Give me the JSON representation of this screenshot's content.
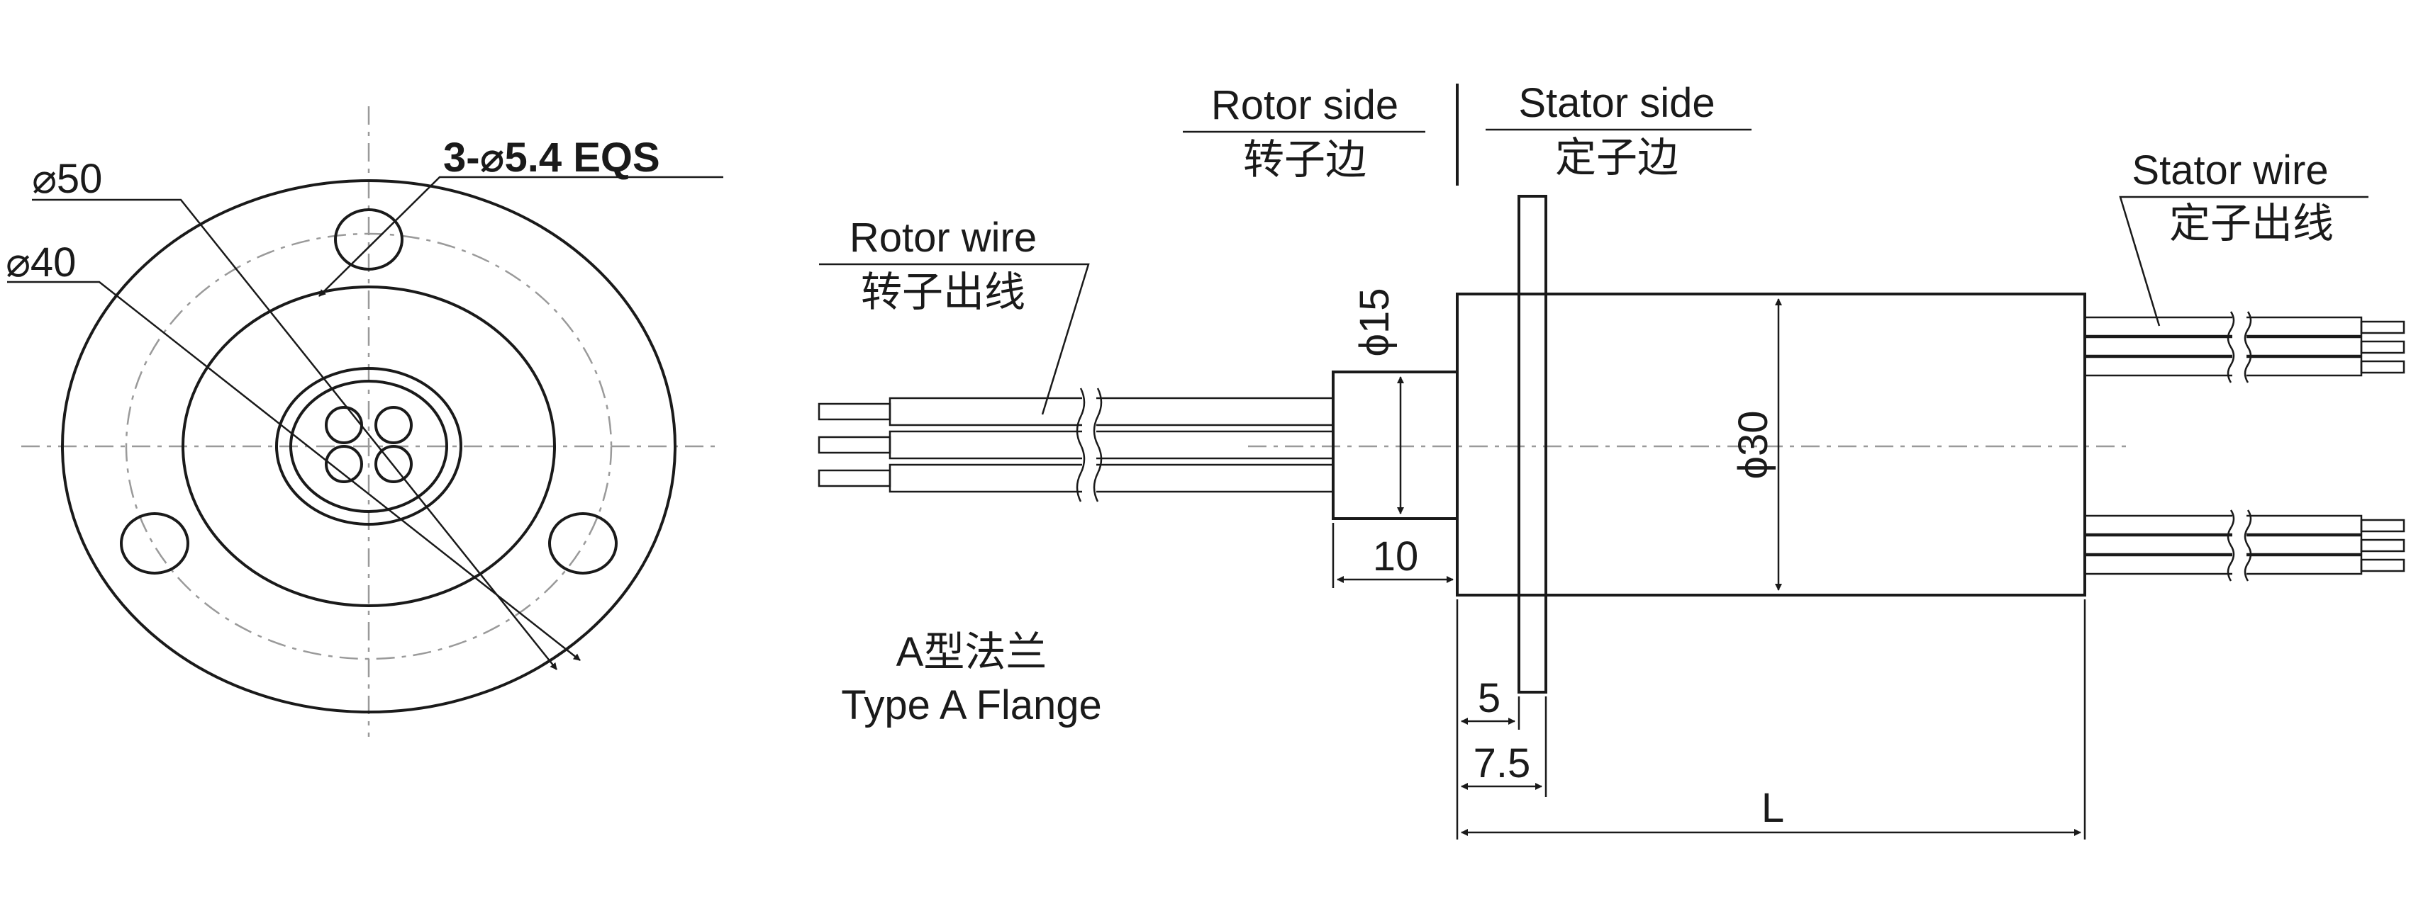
{
  "flange_view": {
    "dia_outer": "⌀50",
    "dia_pcd": "⌀40",
    "holes": "3-⌀5.4 EQS"
  },
  "flange_type": {
    "cn": "A型法兰",
    "en": "Type A Flange"
  },
  "side_view": {
    "rotor_side_en": "Rotor side",
    "rotor_side_cn": "转子边",
    "stator_side_en": "Stator side",
    "stator_side_cn": "定子边",
    "rotor_wire_en": "Rotor wire",
    "rotor_wire_cn": "转子出线",
    "stator_wire_en": "Stator wire",
    "stator_wire_cn": "定子出线",
    "dim_shaft": "ϕ15",
    "dim_body": "ϕ30",
    "dim_shaft_len": "10",
    "dim_flange_thk": "5",
    "dim_flange_pos": "7.5",
    "dim_total": "L"
  },
  "colors": {
    "line": "#1a1a1a",
    "centerline": "#9a9a9a"
  }
}
